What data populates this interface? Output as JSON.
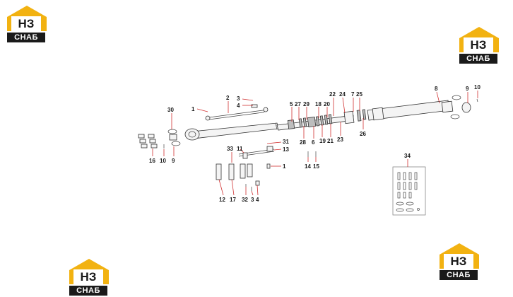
{
  "logos": [
    {
      "id": "logo-top-left",
      "mark": "НЗ",
      "word": "СНАБ"
    },
    {
      "id": "logo-top-right",
      "mark": "НЗ",
      "word": "СНАБ"
    },
    {
      "id": "logo-bottom-left",
      "mark": "НЗ",
      "word": "СНАБ"
    },
    {
      "id": "logo-bottom-right",
      "mark": "НЗ",
      "word": "СНАБ"
    }
  ],
  "callouts": [
    "1",
    "2",
    "3",
    "4",
    "5",
    "27",
    "29",
    "18",
    "20",
    "22",
    "24",
    "7",
    "25",
    "8",
    "9",
    "10",
    "30",
    "28",
    "6",
    "19",
    "21",
    "23",
    "26",
    "16",
    "10",
    "9",
    "33",
    "11",
    "31",
    "13",
    "1",
    "14",
    "15",
    "12",
    "17",
    "32",
    "3",
    "4",
    "34"
  ],
  "colors": {
    "leader": "#d03030",
    "logo_accent": "#f2b211",
    "logo_dark": "#1a1a1a"
  }
}
